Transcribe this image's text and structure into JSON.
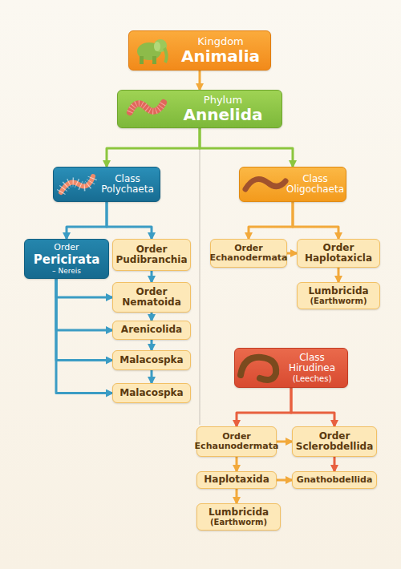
{
  "diagram": {
    "nodes": [
      {
        "text": [
          "Kingdom",
          "Animalia"
        ]
      },
      {
        "text": [
          "Phylum",
          "Annelida"
        ]
      },
      {
        "text": [
          "Class Polychaeta"
        ]
      },
      {
        "text": [
          "Class Oligochaeta"
        ]
      },
      {
        "text": [
          "Order",
          "Pericirata",
          "– Nereis"
        ]
      },
      {
        "text": [
          "Order Pudibranchia"
        ]
      },
      {
        "text": [
          "Order Nematoida"
        ]
      },
      {
        "text": [
          "Arenicolida"
        ]
      },
      {
        "text": [
          "Malacospka"
        ]
      },
      {
        "text": [
          "Malacospka"
        ]
      },
      {
        "text": [
          "Order Echanodermata"
        ]
      },
      {
        "text": [
          "Order Haplotaxicla"
        ]
      },
      {
        "text": [
          "Lumbricida",
          "(Earthworm)"
        ]
      },
      {
        "text": [
          "Class Hirudinea",
          "(Leeches)"
        ]
      },
      {
        "text": [
          "Order Echaunodermata"
        ]
      },
      {
        "text": [
          "Order Sclerobdellida"
        ]
      },
      {
        "text": [
          "Haplotaxida"
        ]
      },
      {
        "text": [
          "Gnathobdellida"
        ]
      },
      {
        "text": [
          "Lumbricida",
          "(Earthworm)"
        ]
      }
    ],
    "edges": [
      {
        "from": 0,
        "to": 1,
        "arrow": "to"
      },
      {
        "from": 1,
        "to": 2,
        "arrow": "to"
      },
      {
        "from": 1,
        "to": 3,
        "arrow": "to"
      },
      {
        "from": 2,
        "to": 4,
        "arrow": "to"
      },
      {
        "from": 2,
        "to": 5,
        "arrow": "to"
      },
      {
        "from": 5,
        "to": 6,
        "arrow": "to"
      },
      {
        "from": 6,
        "to": 7,
        "arrow": "to"
      },
      {
        "from": 7,
        "to": 8,
        "arrow": "to"
      },
      {
        "from": 8,
        "to": 9,
        "arrow": "to"
      },
      {
        "from": 4,
        "to": 6,
        "arrow": "to"
      },
      {
        "from": 4,
        "to": 7,
        "arrow": "to"
      },
      {
        "from": 4,
        "to": 8,
        "arrow": "to"
      },
      {
        "from": 4,
        "to": 9,
        "arrow": "to"
      },
      {
        "from": 3,
        "to": 10,
        "arrow": "to"
      },
      {
        "from": 3,
        "to": 11,
        "arrow": "to"
      },
      {
        "from": 10,
        "to": 11,
        "arrow": "to"
      },
      {
        "from": 11,
        "to": 12,
        "arrow": "to"
      },
      {
        "from": 13,
        "to": 14,
        "arrow": "to"
      },
      {
        "from": 13,
        "to": 15,
        "arrow": "to"
      },
      {
        "from": 14,
        "to": 15,
        "arrow": "to"
      },
      {
        "from": 14,
        "to": 16,
        "arrow": "to"
      },
      {
        "from": 16,
        "to": 17,
        "arrow": "to"
      },
      {
        "from": 15,
        "to": 17,
        "arrow": "to"
      },
      {
        "from": 16,
        "to": 18,
        "arrow": "to"
      }
    ]
  }
}
